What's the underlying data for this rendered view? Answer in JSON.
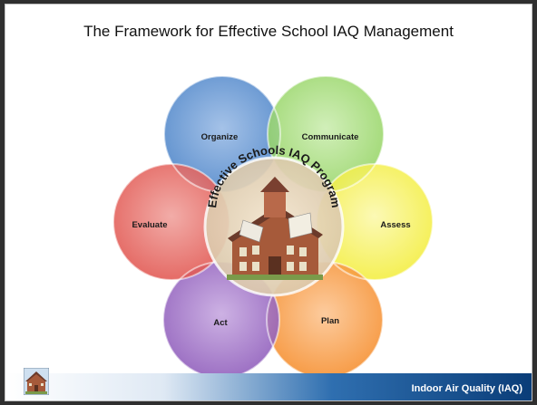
{
  "slide": {
    "title": "The Framework for Effective School IAQ Management",
    "footer": "Indoor Air Quality (IAQ)"
  },
  "diagram": {
    "center_label": "Effective Schools IAQ Program",
    "petals": [
      {
        "label": "Organize",
        "color": "#4f86c9"
      },
      {
        "label": "Communicate",
        "color": "#8ed15a"
      },
      {
        "label": "Assess",
        "color": "#f2ec2e"
      },
      {
        "label": "Plan",
        "color": "#f58a26"
      },
      {
        "label": "Act",
        "color": "#8a56b8"
      },
      {
        "label": "Evaluate",
        "color": "#e0504a"
      }
    ]
  }
}
